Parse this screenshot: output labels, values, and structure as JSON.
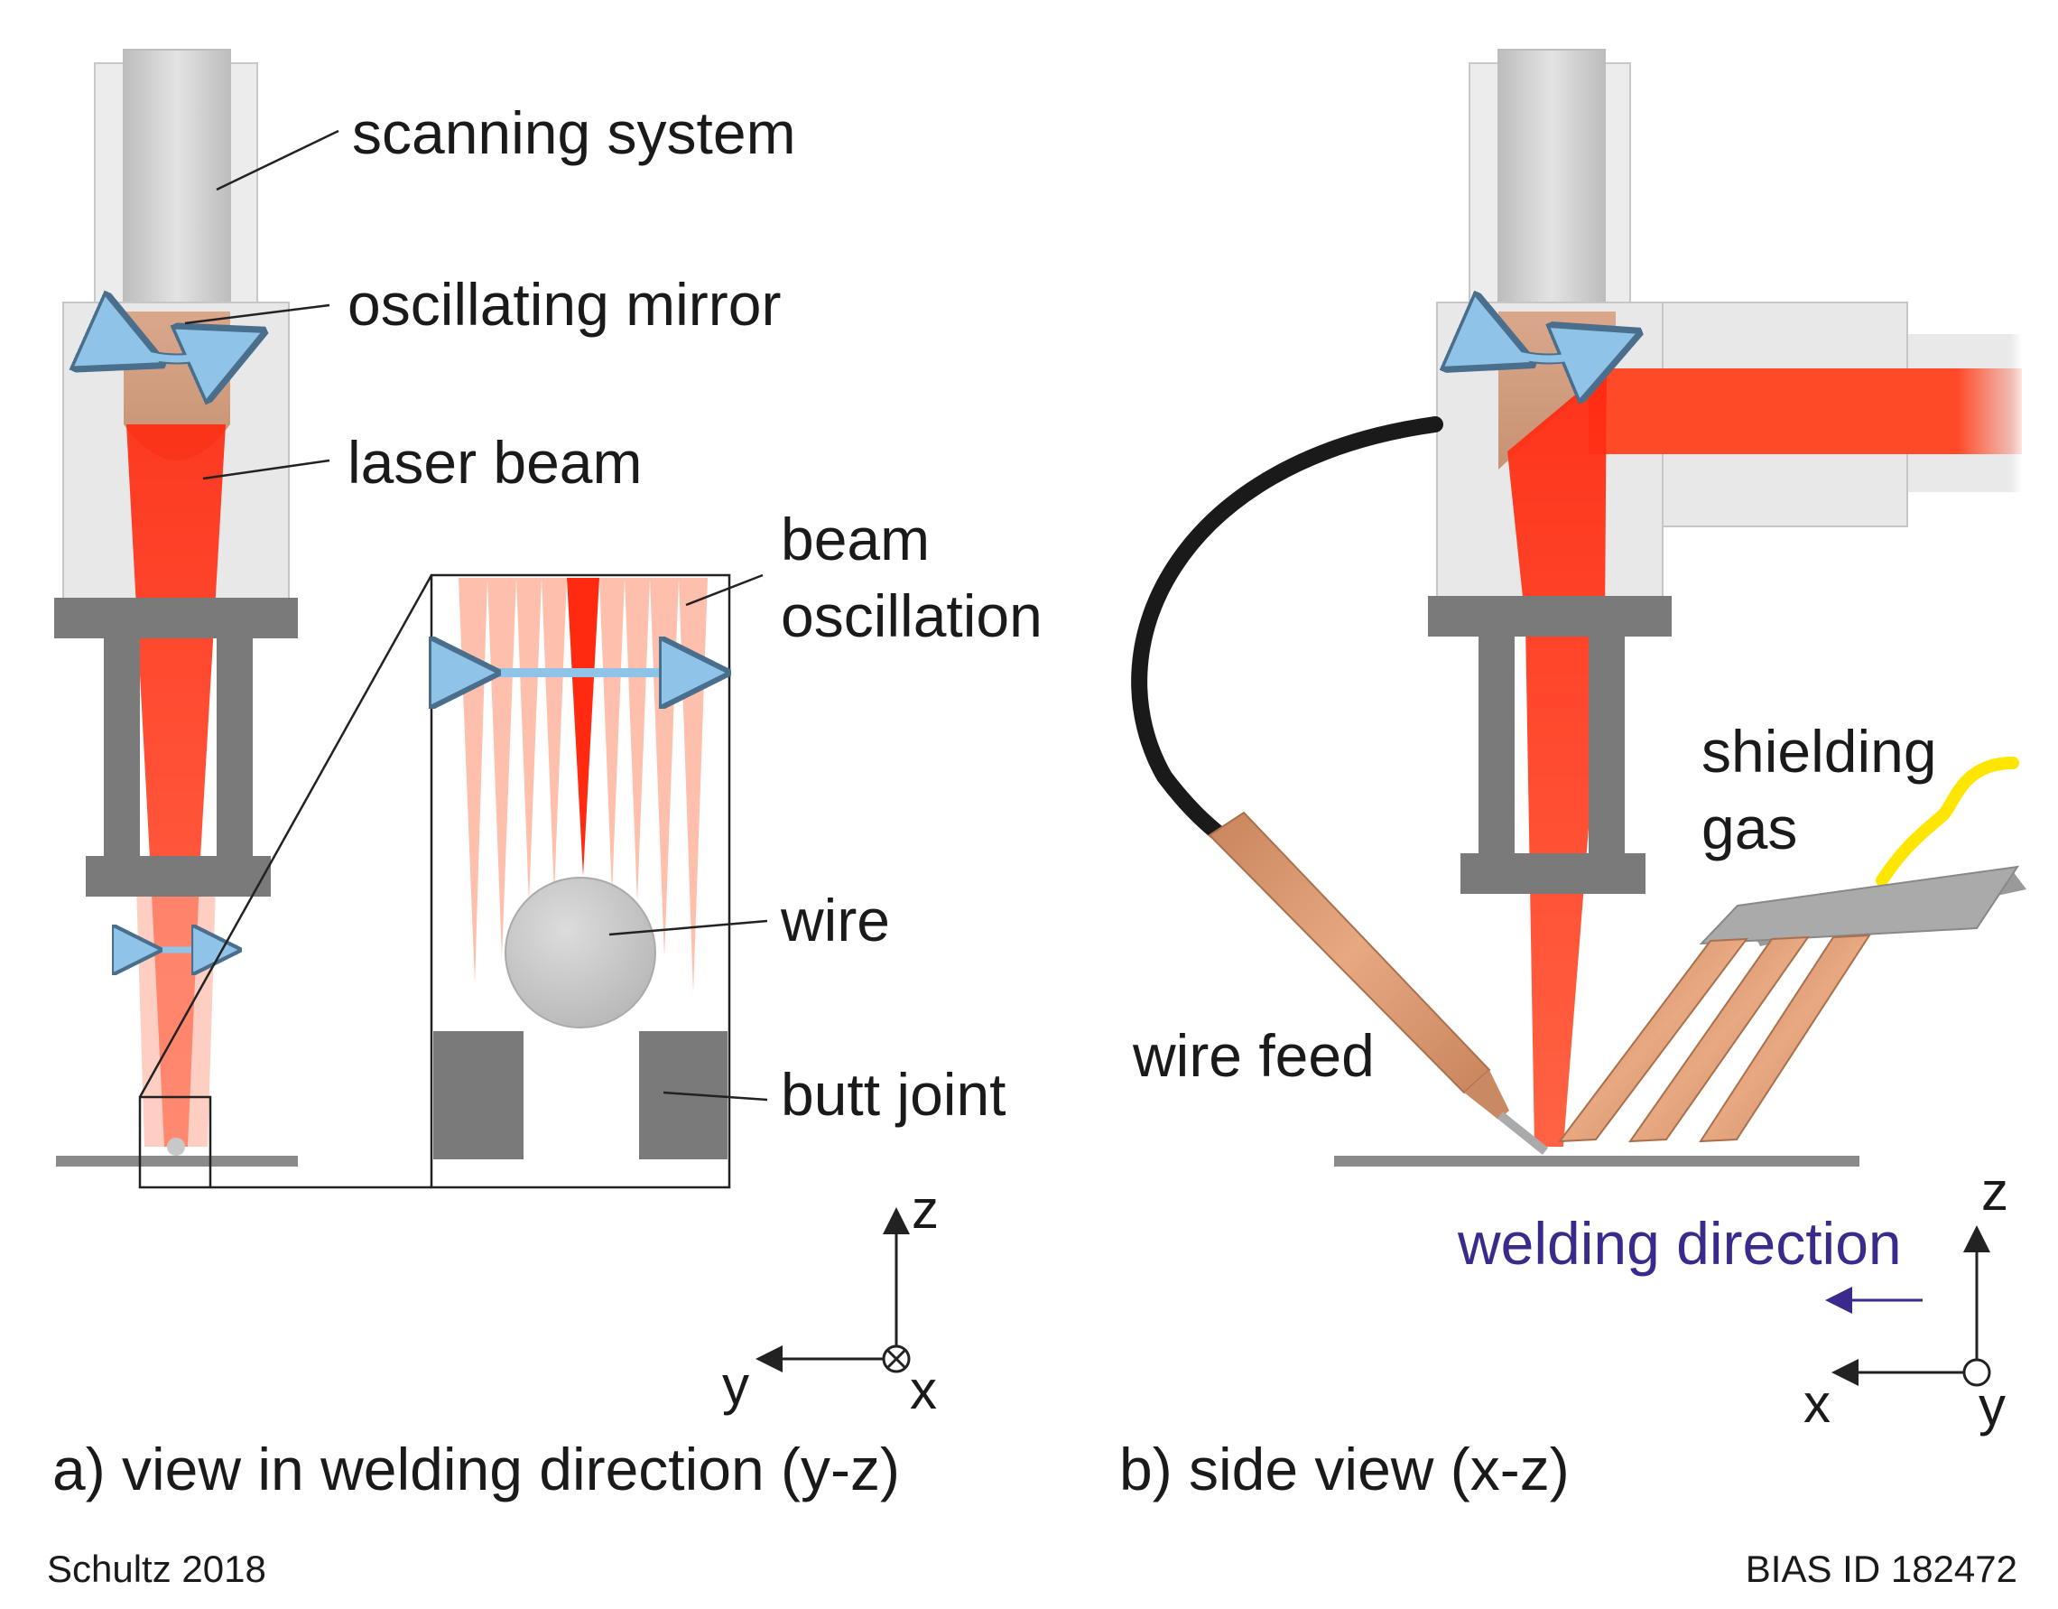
{
  "labels_a": {
    "scanning_system": "scanning system",
    "oscillating_mirror": "oscillating mirror",
    "laser_beam": "laser beam",
    "beam_oscillation_line1": "beam",
    "beam_oscillation_line2": "oscillation",
    "wire": "wire",
    "butt_joint": "butt joint"
  },
  "labels_b": {
    "shielding_gas_line1": "shielding",
    "shielding_gas_line2": "gas",
    "wire_feed": "wire feed",
    "welding_direction": "welding direction"
  },
  "axes_a": {
    "z": "z",
    "y": "y",
    "x": "x"
  },
  "axes_b": {
    "z": "z",
    "x": "x",
    "y": "y"
  },
  "captions": {
    "a": "a) view in welding direction (y-z)",
    "b": "b) side view (x-z)"
  },
  "footer": {
    "left": "Schultz 2018",
    "right": "BIAS ID 182472"
  },
  "colors": {
    "laser": "#ff3b1f",
    "laser_light": "#ffa58f",
    "housing_light": "#e6e6e6",
    "housing_dark": "#7a7a7a",
    "copper": "#d9926a",
    "arrow": "#8fc3e8",
    "welding_direction": "#3b2a8c"
  }
}
